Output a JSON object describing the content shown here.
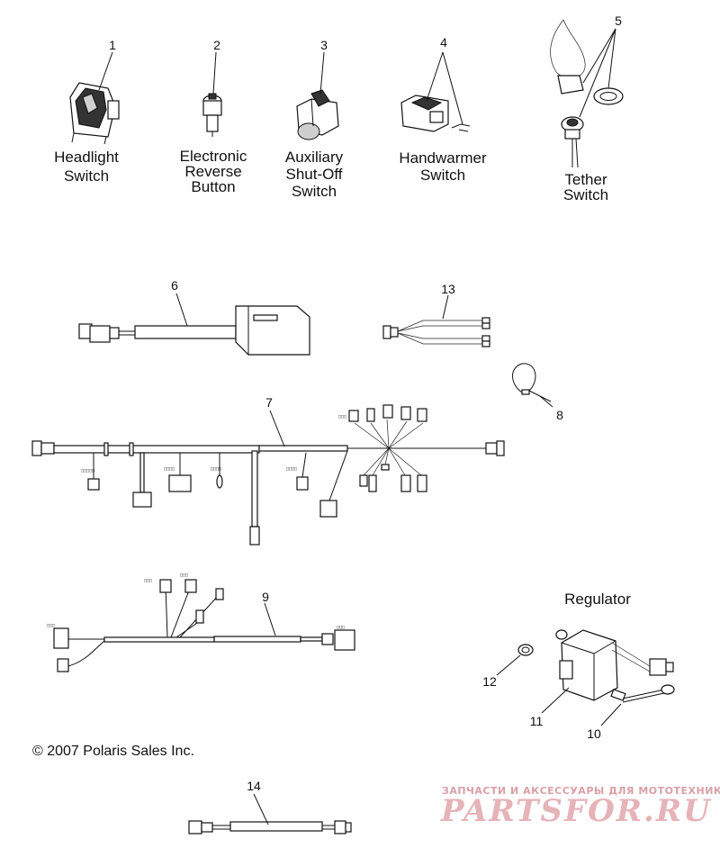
{
  "parts": [
    {
      "number": "1",
      "label_lines": [
        "Headlight",
        "Switch"
      ]
    },
    {
      "number": "2",
      "label_lines": [
        "Electronic",
        "Reverse",
        "Button"
      ]
    },
    {
      "number": "3",
      "label_lines": [
        "Auxiliary",
        "Shut-Off",
        "Switch"
      ]
    },
    {
      "number": "4",
      "label_lines": [
        "Handwarmer",
        "Switch"
      ]
    },
    {
      "number": "5",
      "label_lines": [
        "Tether",
        "Switch"
      ]
    },
    {
      "number": "6",
      "label_lines": []
    },
    {
      "number": "7",
      "label_lines": []
    },
    {
      "number": "8",
      "label_lines": []
    },
    {
      "number": "9",
      "label_lines": []
    },
    {
      "number": "10",
      "label_lines": []
    },
    {
      "number": "11",
      "label_lines": []
    },
    {
      "number": "12",
      "label_lines": []
    },
    {
      "number": "13",
      "label_lines": []
    },
    {
      "number": "14",
      "label_lines": []
    }
  ],
  "regulator_title": "Regulator",
  "copyright": "© 2007 Polaris Sales Inc.",
  "watermark": {
    "tagline": "ЗАПЧАСТИ И АКСЕССУАРЫ ДЛЯ МОТОТЕХНИКИ",
    "logo": "PARTSFOR.RU"
  }
}
